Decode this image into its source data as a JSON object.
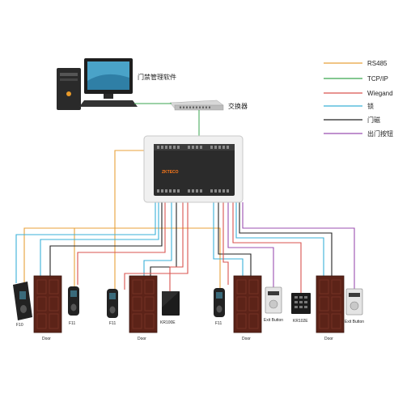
{
  "legend": {
    "items": [
      {
        "label": "RS485",
        "color": "#e8a13a"
      },
      {
        "label": "TCP/IP",
        "color": "#3aa64f"
      },
      {
        "label": "Wiegand",
        "color": "#d9534f"
      },
      {
        "label": "锁",
        "color": "#3ab0d8"
      },
      {
        "label": "门磁",
        "color": "#222222"
      },
      {
        "label": "出门按钮",
        "color": "#9b4fb0"
      }
    ]
  },
  "nodes": {
    "software": "门禁管理软件",
    "switch": "交换器",
    "controller_brand": "ZKTECO",
    "devices": [
      "F10",
      "Door",
      "F11",
      "F11",
      "Door",
      "KR100E",
      "F11",
      "Door",
      "Exit Button",
      "KR102E",
      "Door",
      "Exit Button"
    ]
  },
  "icons": {
    "computer": "desktop-computer-icon",
    "switch": "network-switch-icon",
    "controller": "access-controller-icon",
    "reader": "fingerprint-reader-icon",
    "door": "door-icon",
    "card_reader": "card-reader-icon",
    "keypad": "keypad-reader-icon",
    "exit_button": "exit-button-icon"
  }
}
